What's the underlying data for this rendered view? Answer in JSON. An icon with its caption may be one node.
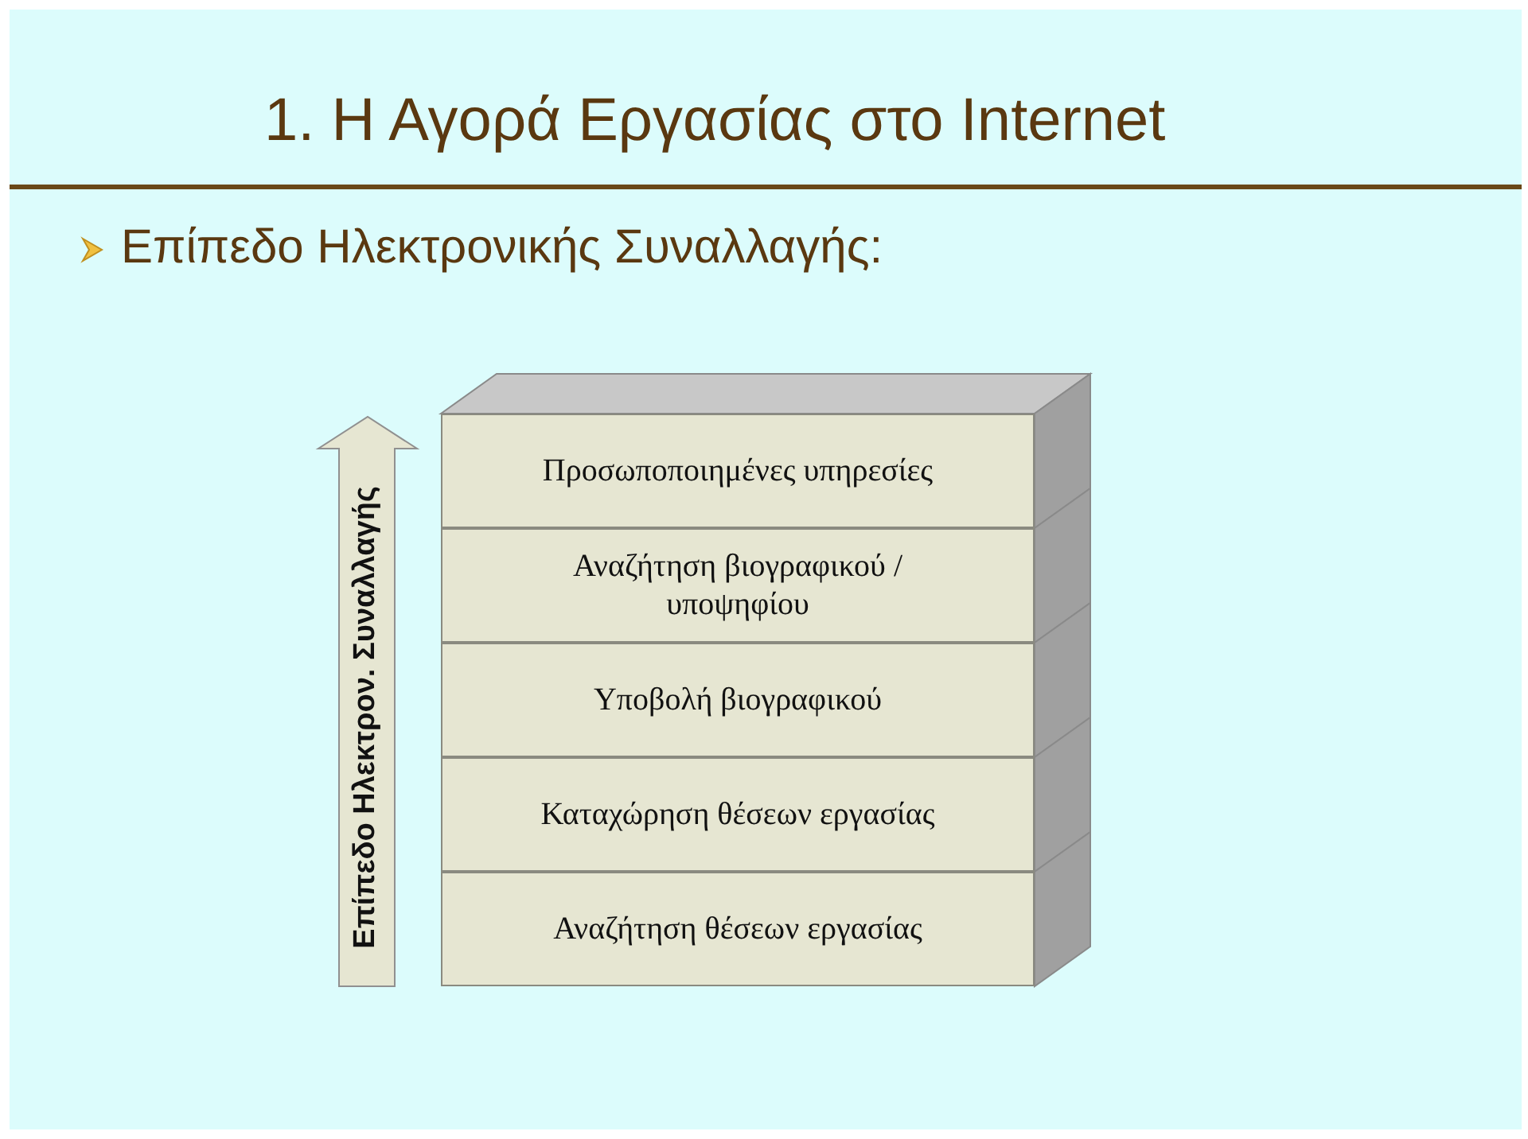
{
  "diagram": {
    "title": "1. Η Αγορά Εργασίας στο Internet",
    "nodes": [
      {
        "text": [
          "Προσωποποιημένες υπηρεσίες"
        ]
      },
      {
        "text": [
          "Αναζήτηση βιογραφικού / υποψηφίου"
        ]
      },
      {
        "text": [
          "Υποβολή βιογραφικού"
        ]
      },
      {
        "text": [
          "Καταχώρηση θέσεων εργασίας"
        ]
      },
      {
        "text": [
          "Αναζήτηση θέσεων εργασίας"
        ]
      }
    ],
    "labels": [
      "Επίπεδο Ηλεκτρονικής Συναλλαγής:",
      "Επίπεδο Ηλεκτρον. Συναλλαγής"
    ]
  }
}
